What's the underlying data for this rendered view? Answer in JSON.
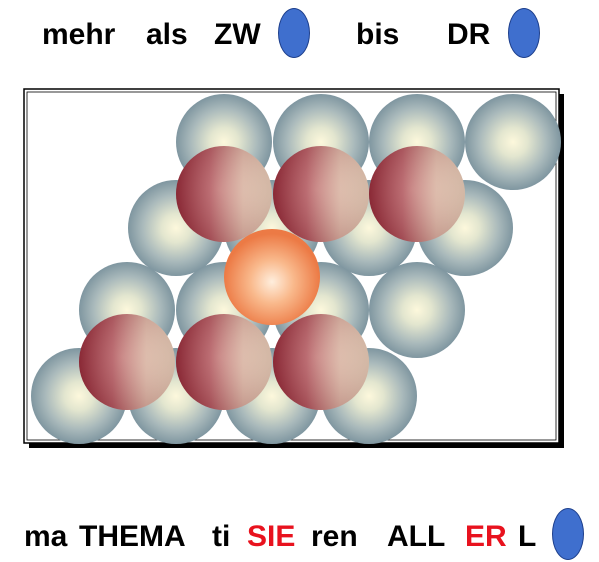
{
  "top_line": {
    "word_1": "mehr",
    "word_2": "als",
    "word_3": "ZW",
    "word_4": "bis",
    "word_5": "DR"
  },
  "bottom_line": {
    "seg_1": "ma",
    "seg_2": "THEMA",
    "seg_3": "ti",
    "seg_4": "SIE",
    "seg_5": "ren",
    "seg_6": "ALL",
    "seg_7": "ER",
    "seg_8": "L"
  },
  "colors": {
    "text": "#000000",
    "highlight": "#e8121e",
    "oval": "#3f6fce",
    "grey_sphere_center": "#fbf6dc",
    "grey_sphere_edge": "#7f96a0",
    "red_sphere_center": "#f7e9ce",
    "red_sphere_edge": "#8c1f2c",
    "orange_sphere_center": "#ffe3c7",
    "orange_sphere_edge": "#ec7a45"
  },
  "icons": {
    "oval": "blue-oval-icon"
  }
}
